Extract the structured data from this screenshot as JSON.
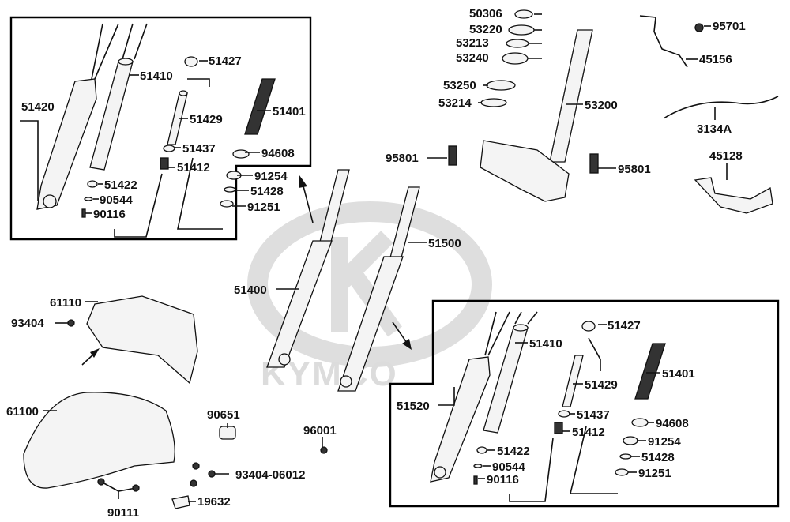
{
  "watermark": {
    "brand": "KYMCO"
  },
  "labels": {
    "p51420": "51420",
    "p51410_top": "51410",
    "p51427_top": "51427",
    "p51429_top": "51429",
    "p51401_top": "51401",
    "p51437_top": "51437",
    "p94608_top": "94608",
    "p51412_top": "51412",
    "p91254_top": "91254",
    "p51422_top": "51422",
    "p51428_top": "51428",
    "p90544_top": "90544",
    "p91251_top": "91251",
    "p90116_top": "90116",
    "p50306": "50306",
    "p53220": "53220",
    "p53213": "53213",
    "p53240": "53240",
    "p53250": "53250",
    "p53214": "53214",
    "p53200": "53200",
    "p95801_left": "95801",
    "p95801_right": "95801",
    "p95701": "95701",
    "p45156": "45156",
    "p3134A": "3134A",
    "p45128": "45128",
    "p51500": "51500",
    "p51400": "51400",
    "p61110": "61110",
    "p93404": "93404",
    "p61100": "61100",
    "p90651": "90651",
    "p96001": "96001",
    "p93404_06012": "93404-06012",
    "p19632": "19632",
    "p90111": "90111",
    "p51427_bot": "51427",
    "p51410_bot": "51410",
    "p51401_bot": "51401",
    "p51429_bot": "51429",
    "p51520": "51520",
    "p51437_bot": "51437",
    "p94608_bot": "94608",
    "p51412_bot": "51412",
    "p91254_bot": "91254",
    "p51422_bot": "51422",
    "p51428_bot": "51428",
    "p90544_bot": "90544",
    "p91251_bot": "91251",
    "p90116_bot": "90116"
  }
}
